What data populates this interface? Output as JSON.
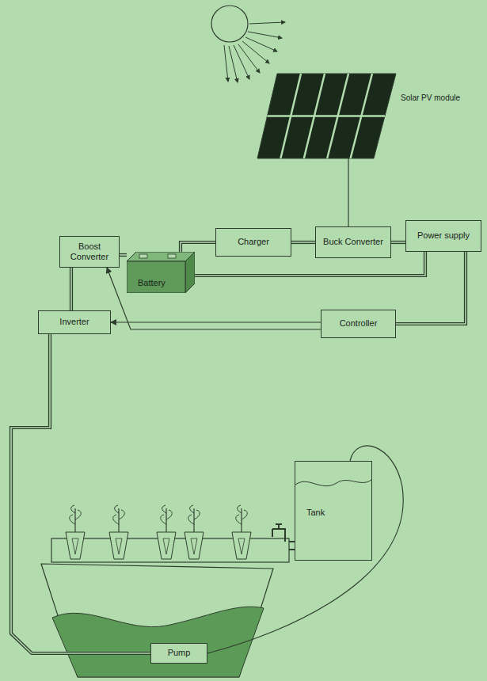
{
  "diagram": {
    "nodes": [
      {
        "text": [
          "Boost Converter"
        ]
      },
      {
        "text": [
          "Battery"
        ]
      },
      {
        "text": [
          "Charger"
        ]
      },
      {
        "text": [
          "Buck Converter"
        ]
      },
      {
        "text": [
          "Power supply"
        ]
      },
      {
        "text": [
          "Inverter"
        ]
      },
      {
        "text": [
          "Controller"
        ]
      },
      {
        "text": [
          "Tank"
        ]
      },
      {
        "text": [
          "Pump"
        ]
      }
    ],
    "edges": [
      {
        "from": 3,
        "to": 2,
        "arrow": "none"
      },
      {
        "from": 2,
        "to": 1,
        "arrow": "none"
      },
      {
        "from": 1,
        "to": 0,
        "arrow": "none"
      },
      {
        "from": 3,
        "to": 4,
        "arrow": "none"
      },
      {
        "from": 4,
        "to": 1,
        "arrow": "none"
      },
      {
        "from": 4,
        "to": 6,
        "arrow": "none"
      },
      {
        "from": 6,
        "to": 5,
        "arrow": "to"
      },
      {
        "from": 6,
        "to": 0,
        "arrow": "to"
      },
      {
        "from": 0,
        "to": 5,
        "arrow": "none"
      },
      {
        "from": 5,
        "to": 8,
        "arrow": "none"
      },
      {
        "from": 8,
        "to": 7,
        "arrow": "none"
      }
    ],
    "labels": [
      "Solar PV module"
    ]
  }
}
